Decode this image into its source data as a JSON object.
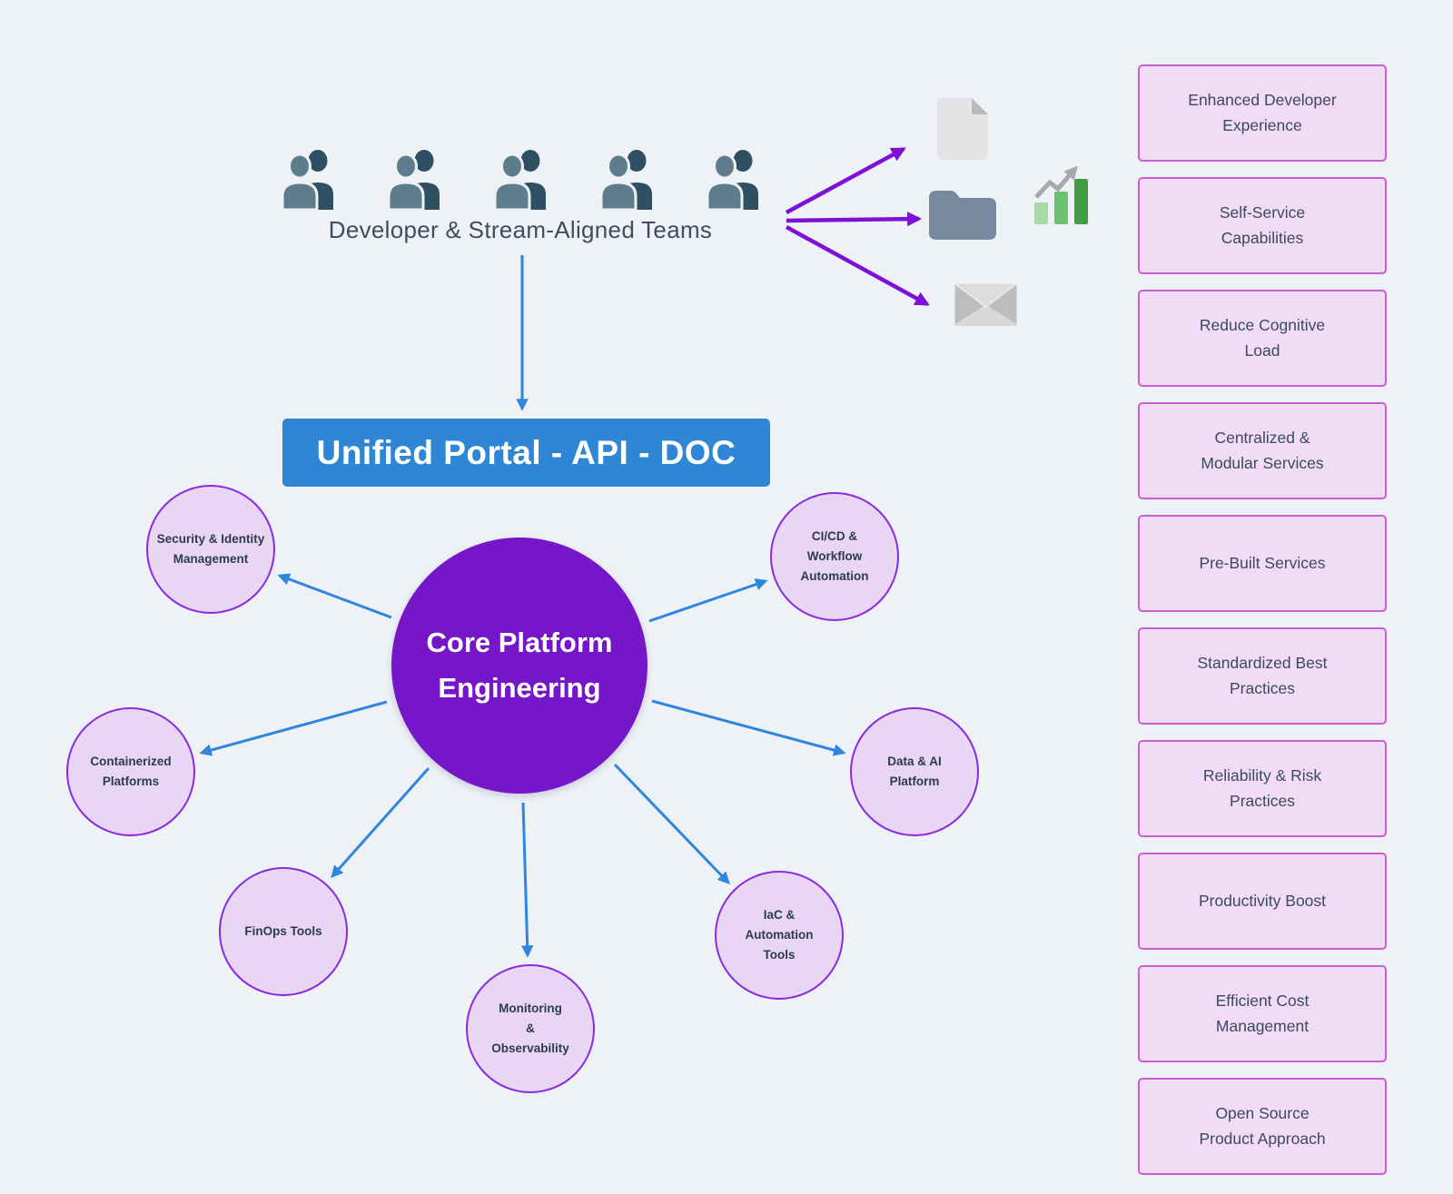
{
  "teams": {
    "label": "Developer & Stream-Aligned Teams",
    "icon_count": 5
  },
  "flow_icons": [
    "document-icon",
    "folder-icon",
    "growth-chart-icon",
    "envelope-icon"
  ],
  "portal": {
    "label": "Unified Portal - API - DOC"
  },
  "core": {
    "label": "Core Platform\nEngineering"
  },
  "satellites": [
    {
      "id": "security-identity-management",
      "label": "Security & Identity\nManagement"
    },
    {
      "id": "cicd-workflow-automation",
      "label": "CI/CD &\nWorkflow\nAutomation"
    },
    {
      "id": "containerized-platforms",
      "label": "Containerized\nPlatforms"
    },
    {
      "id": "data-ai-platform",
      "label": "Data & AI\nPlatform"
    },
    {
      "id": "finops-tools",
      "label": "FinOps Tools"
    },
    {
      "id": "monitoring-observability",
      "label": "Monitoring\n&\nObservability"
    },
    {
      "id": "iac-automation-tools",
      "label": "IaC &\nAutomation\nTools"
    }
  ],
  "benefits": [
    {
      "label": "Enhanced Developer\nExperience"
    },
    {
      "label": "Self-Service\nCapabilities"
    },
    {
      "label": "Reduce Cognitive\nLoad"
    },
    {
      "label": "Centralized &\nModular Services"
    },
    {
      "label": "Pre-Built Services"
    },
    {
      "label": "Standardized Best\nPractices"
    },
    {
      "label": "Reliability & Risk\nPractices"
    },
    {
      "label": "Productivity Boost"
    },
    {
      "label": "Efficient Cost\nManagement"
    },
    {
      "label": "Open Source\nProduct Approach"
    }
  ],
  "colors": {
    "background": "#eef2f7",
    "banner_blue": "#2e86d5",
    "core_purple": "#7517c8",
    "satellite_fill": "#e9d6f4",
    "satellite_border": "#8a2be2",
    "benefit_fill": "#f2dbf5",
    "benefit_border": "#c95fd2",
    "blue_arrow": "#2e86de",
    "purple_arrow": "#7c10d8",
    "team_icon_front": "#5e7d8c",
    "team_icon_back": "#2f4f63"
  }
}
